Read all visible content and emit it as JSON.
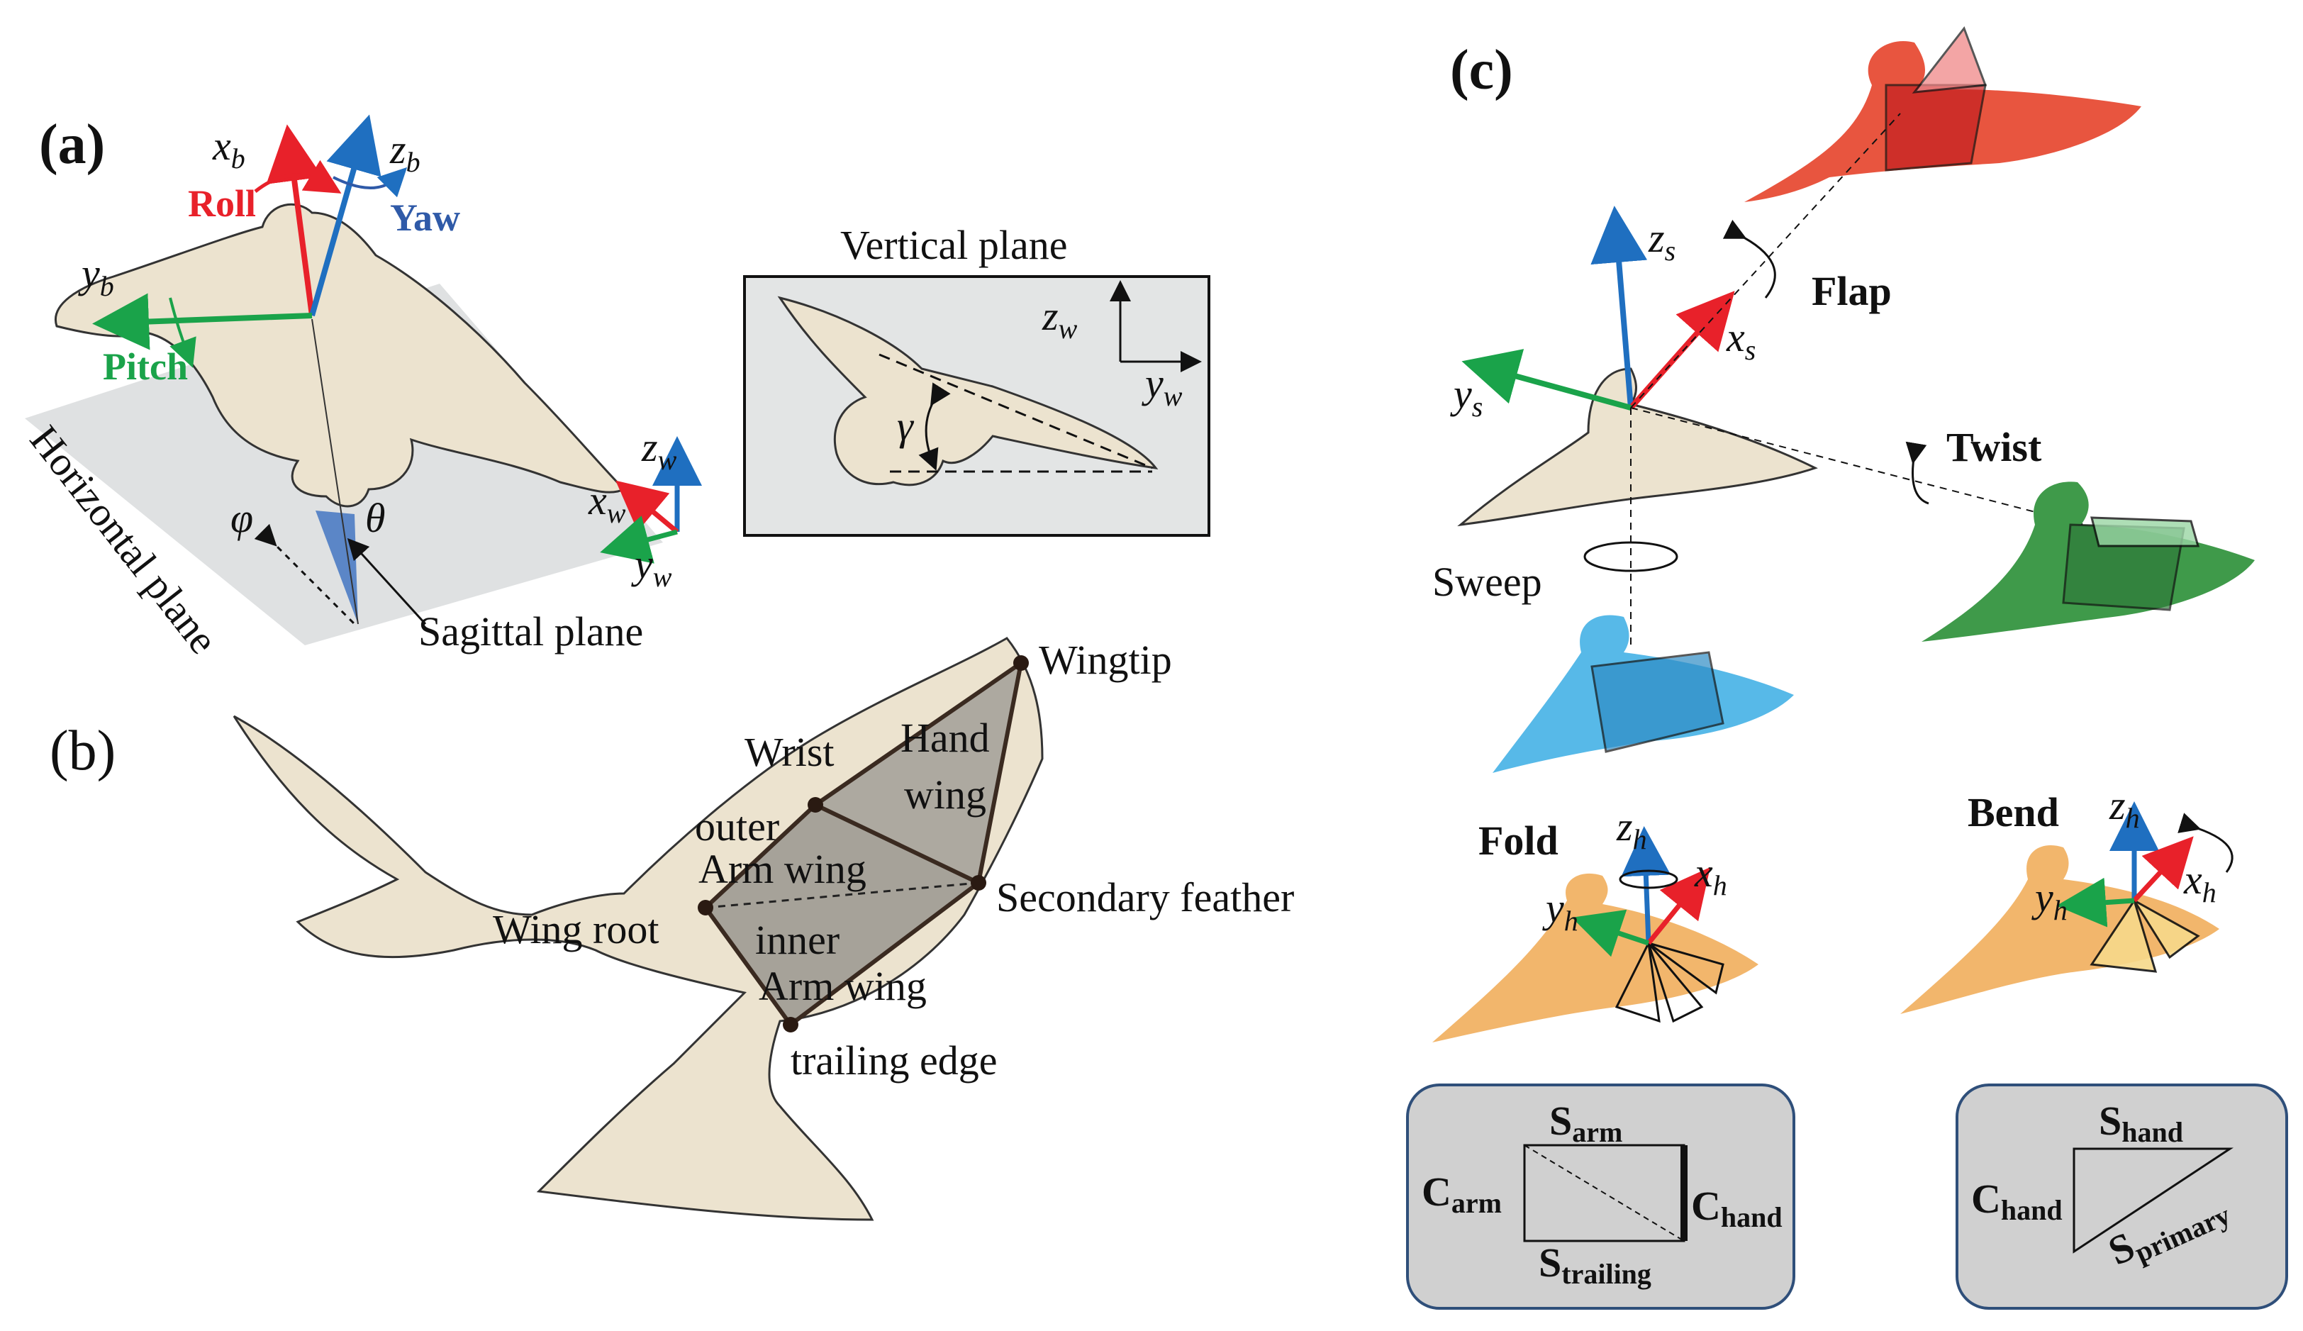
{
  "panels": {
    "a": {
      "label": "(a)",
      "axes_body": {
        "x": "x",
        "x_sub": "b",
        "y": "y",
        "y_sub": "b",
        "z": "z",
        "z_sub": "b"
      },
      "rotations": {
        "roll": "Roll",
        "pitch": "Pitch",
        "yaw": "Yaw"
      },
      "horizontal_plane": "Horizontal plane",
      "sagittal_plane": "Sagittal plane",
      "angle_phi": "φ",
      "angle_theta": "θ",
      "axes_world": {
        "x": "x",
        "x_sub": "w",
        "y": "y",
        "y_sub": "w",
        "z": "z",
        "z_sub": "w"
      },
      "vertical_plane": {
        "title": "Vertical plane",
        "gamma": "γ",
        "z": "z",
        "z_sub": "w",
        "y": "y",
        "y_sub": "w"
      }
    },
    "b": {
      "label": "(b)",
      "points": {
        "wingtip": "Wingtip",
        "wrist": "Wrist",
        "hand_wing_1": "Hand",
        "hand_wing_2": "wing",
        "outer_1": "outer",
        "outer_2": "Arm wing",
        "wing_root": "Wing root",
        "inner_1": "inner",
        "inner_2": "Arm wing",
        "secondary_feather": "Secondary feather",
        "trailing_edge": "trailing edge"
      }
    },
    "c": {
      "label": "(c)",
      "axes_shoulder": {
        "x": "x",
        "x_sub": "s",
        "y": "y",
        "y_sub": "s",
        "z": "z",
        "z_sub": "s"
      },
      "motions": {
        "flap": "Flap",
        "twist": "Twist",
        "sweep": "Sweep",
        "fold": "Fold",
        "bend": "Bend"
      },
      "axes_hand": {
        "x": "x",
        "x_sub": "h",
        "y": "y",
        "y_sub": "h",
        "z": "z",
        "z_sub": "h"
      },
      "legend_left": {
        "top": "S",
        "top_sub": "arm",
        "left": "C",
        "left_sub": "arm",
        "right": "C",
        "right_sub": "hand",
        "bottom": "S",
        "bottom_sub": "trailing"
      },
      "legend_right": {
        "top": "S",
        "top_sub": "hand",
        "left": "C",
        "left_sub": "hand",
        "diag": "S",
        "diag_sub": "primary"
      }
    }
  },
  "colors": {
    "x_axis": "#e8212a",
    "y_axis": "#1aa34a",
    "z_axis": "#1f6fc0",
    "roll": "#e8212a",
    "pitch": "#1aa34a",
    "yaw": "#2f5aa8",
    "bird_body": "#ece3cf",
    "flap_bird": "#e8553f",
    "twist_bird": "#3f9a4a",
    "sweep_bird": "#57b9e8",
    "fold_bird": "#f2b66c",
    "legend_box": "#d0d0d0"
  }
}
